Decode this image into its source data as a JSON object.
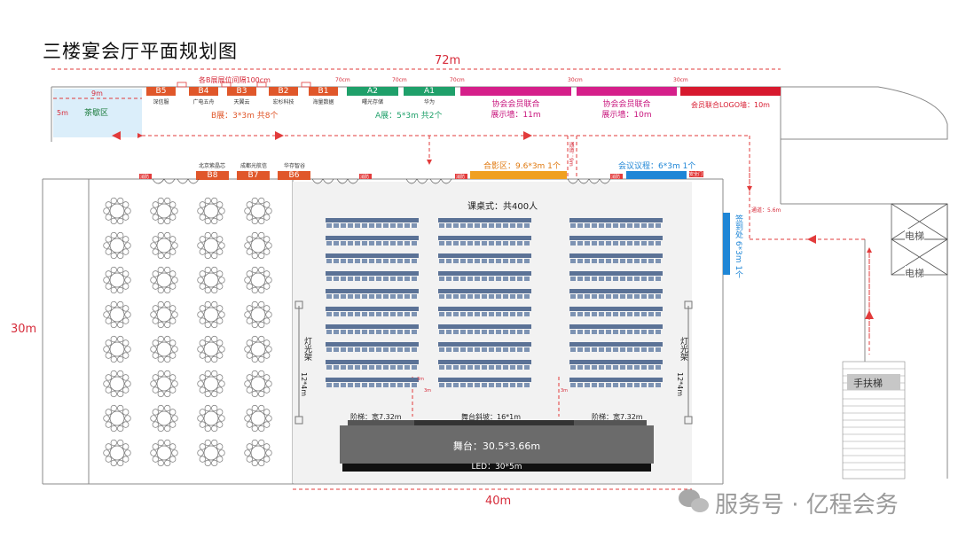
{
  "title": "三楼宴会厅平面规划图",
  "dims": {
    "top_width": "72m",
    "side_height": "30m",
    "bottom_width": "40m",
    "tea_w": "9m",
    "tea_h": "5m",
    "gap_70_1": "70cm",
    "gap_70_2": "70cm",
    "gap_70_3": "70cm",
    "gap_30_1": "30cm",
    "gap_30_2": "30cm",
    "channel_9m": "通道：9m",
    "channel_5_6m": "通道：5.6m"
  },
  "tea_area": "茶歇区",
  "b_spacing_note": "各B展展位间隔100cm",
  "b_booths": [
    {
      "code": "B5",
      "name": "深信服"
    },
    {
      "code": "B4",
      "name": "广电五舟"
    },
    {
      "code": "B3",
      "name": "天翼云"
    },
    {
      "code": "B2",
      "name": "宏杉科技"
    },
    {
      "code": "B1",
      "name": "海量数据"
    }
  ],
  "a_booths": [
    {
      "code": "A2",
      "name": "曙光存储"
    },
    {
      "code": "A1",
      "name": "华为"
    }
  ],
  "b_summary": "B展：3*3m 共8个",
  "a_summary": "A展：5*3m 共2个",
  "walls": [
    {
      "line1": "协会会员联合",
      "line2": "展示墙：11m"
    },
    {
      "line1": "协会会员联合",
      "line2": "展示墙：10m"
    }
  ],
  "logo_wall": "会员联合LOGO墙：10m",
  "inner_b_booths": [
    {
      "code": "B8",
      "name": "北京紫晶芯"
    },
    {
      "code": "B7",
      "name": "成都光航信"
    },
    {
      "code": "B6",
      "name": "华存智谷"
    }
  ],
  "photo_area": "合影区：9.6*3m  1个",
  "agenda": "会议议程：6*3m  1个",
  "signin": "签到处 6*3m  1个",
  "exit_label": "消防",
  "safe_exit": "安全门",
  "classroom": "课桌式：共400人",
  "light_rack": "灯光架",
  "light_rack_size": "12*4m",
  "stairs_left": "阶梯：宽7.32m",
  "stairs_right": "阶梯：宽7.32m",
  "ramp": "舞台斜坡：16*1m",
  "stage": "舞台：30.5*3.66m",
  "led": "LED：30*5m",
  "small_3m_1": "3m",
  "small_3m_2": "3m",
  "small_3m_3": "3m",
  "elevator": "电梯",
  "escalator": "手扶梯",
  "watermark": "服务号 · 亿程会务",
  "colors": {
    "booth_orange": "#e0572a",
    "booth_green": "#1fa06a",
    "wall_magenta": "#d51f8a",
    "logo_red": "#d7192e",
    "photo_yellow": "#f0a020",
    "agenda_blue": "#1f86d6",
    "seat_blue": "#5b7296",
    "stage_gray": "#6b6b6b",
    "tea_blue": "#dbeefa",
    "dash_red": "#e23b3b"
  }
}
